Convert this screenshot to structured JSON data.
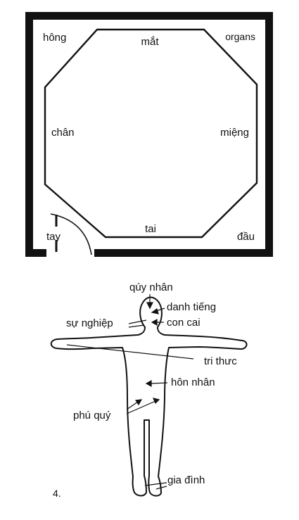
{
  "room": {
    "labels": {
      "top_left": "hông",
      "top": "mắt",
      "top_right": "organs",
      "left": "chân",
      "right": "miệng",
      "bottom": "tai",
      "bottom_left": "tay",
      "bottom_right": "đầu"
    }
  },
  "body_map": {
    "labels": {
      "head_top": "qúy nhân",
      "head_right": "danh tiếng",
      "neck_left": "sự nghiệp",
      "neck_right": "con cai",
      "arm_right": "tri thưc",
      "torso": "hôn nhân",
      "hip_left": "phú quý",
      "feet": "gia đình"
    }
  },
  "figure_number": "4.",
  "colors": {
    "ink": "#111111",
    "paper": "#ffffff"
  }
}
